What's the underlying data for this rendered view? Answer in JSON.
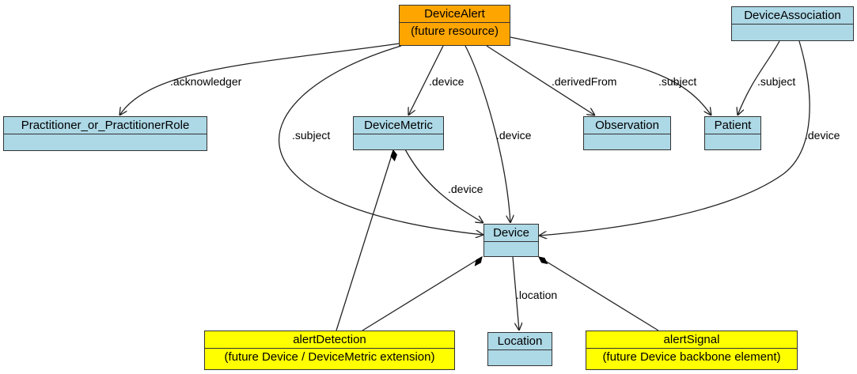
{
  "colors": {
    "resource": "#add8e6",
    "future_resource": "#ffa500",
    "extension": "#ffff00",
    "border": "#333333",
    "line": "#222222"
  },
  "nodes": {
    "device_alert": {
      "name": "DeviceAlert",
      "note": "(future resource)"
    },
    "device_association": {
      "name": "DeviceAssociation"
    },
    "practitioner": {
      "name": "Practitioner_or_PractitionerRole"
    },
    "device_metric": {
      "name": "DeviceMetric"
    },
    "observation": {
      "name": "Observation"
    },
    "patient": {
      "name": "Patient"
    },
    "device": {
      "name": "Device"
    },
    "alert_detection": {
      "name": "alertDetection",
      "note": "(future Device / DeviceMetric extension)"
    },
    "location": {
      "name": "Location"
    },
    "alert_signal": {
      "name": "alertSignal",
      "note": "(future Device backbone element)"
    }
  },
  "edges": {
    "acknowledger": ".acknowledger",
    "alert_subject_device": ".subject",
    "alert_device_metric": ".device",
    "alert_device": ".device",
    "derived_from": ".derivedFrom",
    "alert_subject_patient": ".subject",
    "assoc_subject": ".subject",
    "assoc_device": ".device",
    "metric_device": ".device",
    "location": ".location"
  }
}
